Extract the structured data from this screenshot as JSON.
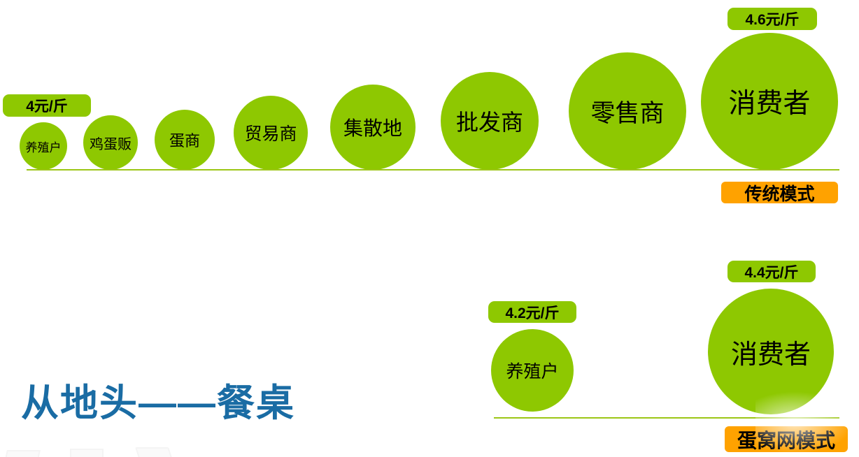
{
  "colors": {
    "green": "#8EC801",
    "orange": "#FFA200",
    "title_blue": "#1A6CA4",
    "line_green": "#9CC616",
    "node_text": "#000000"
  },
  "title": "从地头——餐桌",
  "traditional": {
    "start_price": "4元/斤",
    "end_price": "4.6元/斤",
    "tag": "传统模式",
    "nodes": [
      {
        "label": "养殖户"
      },
      {
        "label": "鸡蛋贩"
      },
      {
        "label": "蛋商"
      },
      {
        "label": "贸易商"
      },
      {
        "label": "集散地"
      },
      {
        "label": "批发商"
      },
      {
        "label": "零售商"
      },
      {
        "label": "消费者"
      }
    ]
  },
  "danwo": {
    "start_price": "4.2元/斤",
    "end_price": "4.4元/斤",
    "tag": "蛋窝网模式",
    "nodes": [
      {
        "label": "养殖户"
      },
      {
        "label": "消费者"
      }
    ]
  }
}
